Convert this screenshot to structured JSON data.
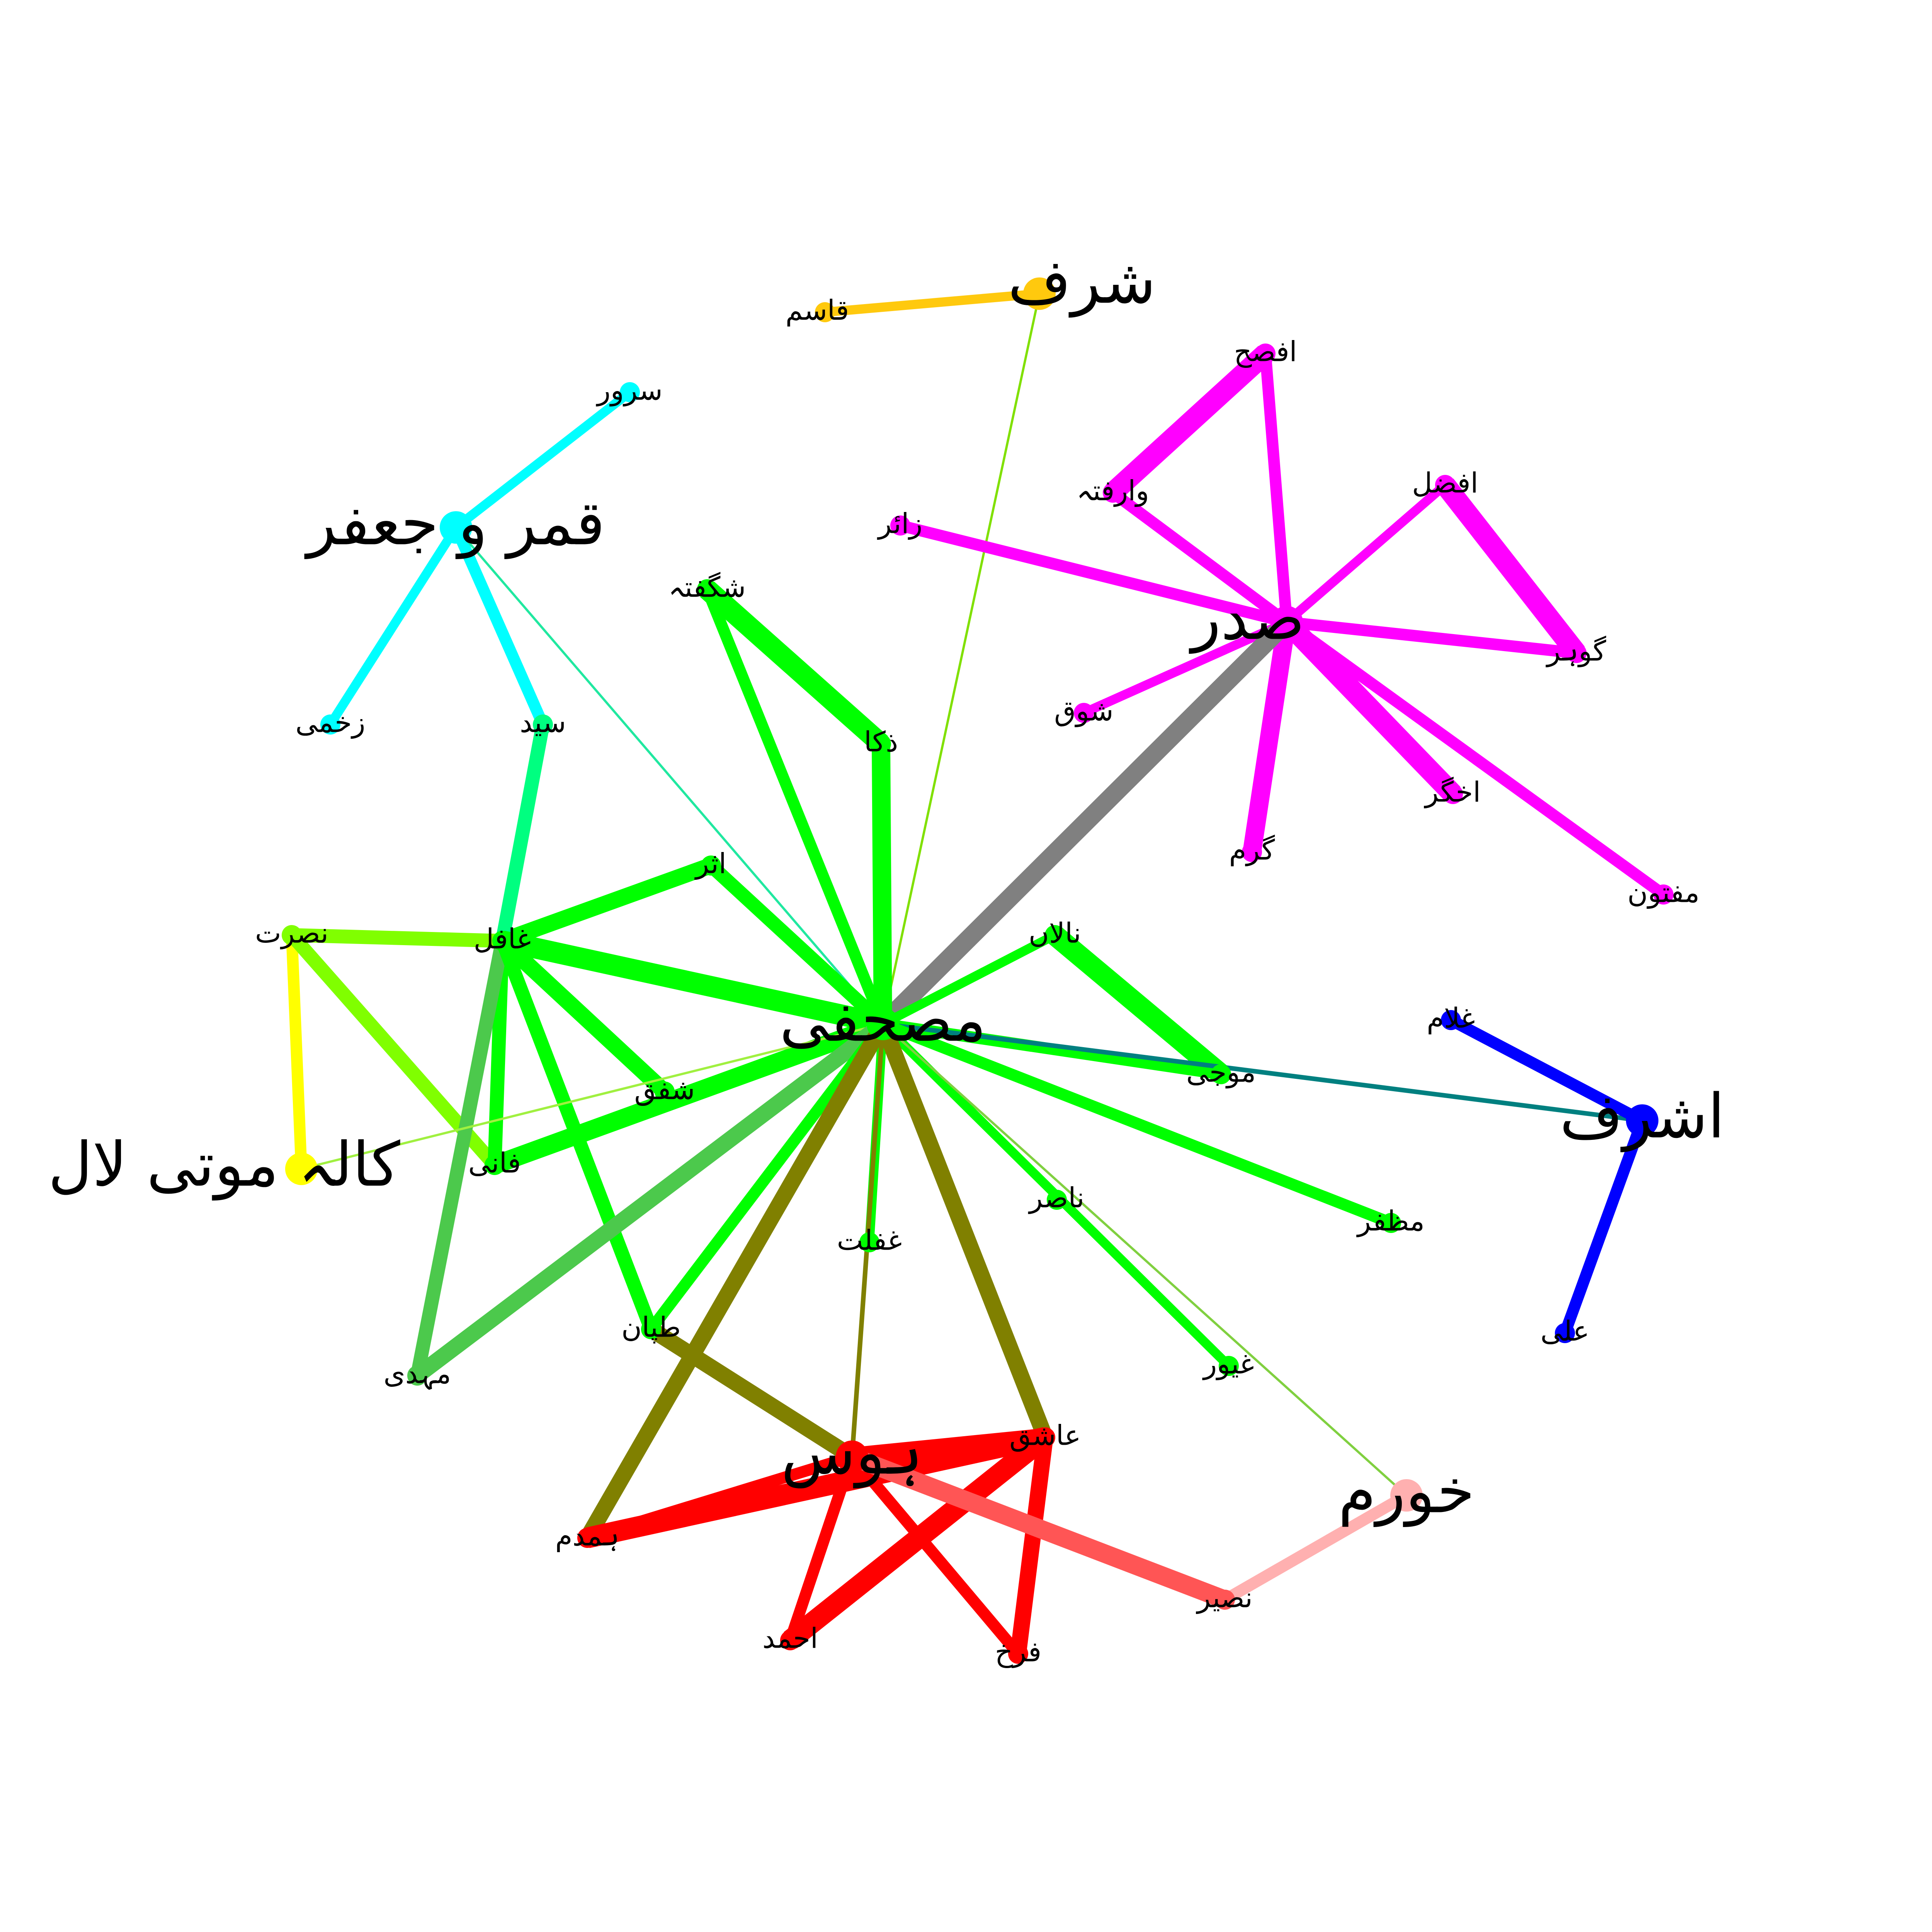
{
  "nodes": [
    {
      "id": "mushafi",
      "label": "مصحفی",
      "color": "#00ff00",
      "size": "large"
    },
    {
      "id": "sadr",
      "label": "صدر",
      "color": "#ff00ff",
      "size": "large"
    },
    {
      "id": "sharaf",
      "label": "شرف",
      "color": "#ffc90e",
      "size": "large"
    },
    {
      "id": "qasim",
      "label": "قاسم",
      "color": "#ffc90e",
      "size": "small"
    },
    {
      "id": "qamar",
      "label": "قمر و جعفر",
      "color": "#00ffff",
      "size": "large"
    },
    {
      "id": "suroor",
      "label": "سرور",
      "color": "#00ffff",
      "size": "small"
    },
    {
      "id": "zakhmi",
      "label": "زخمی",
      "color": "#00ffff",
      "size": "small"
    },
    {
      "id": "syed",
      "label": "سید",
      "color": "#00ff80",
      "size": "small"
    },
    {
      "id": "afsah",
      "label": "افصح",
      "color": "#ff00ff",
      "size": "small"
    },
    {
      "id": "warafta",
      "label": "وارفتہ",
      "color": "#ff00ff",
      "size": "small"
    },
    {
      "id": "zair",
      "label": "زائر",
      "color": "#ff00ff",
      "size": "small"
    },
    {
      "id": "afzal",
      "label": "افضل",
      "color": "#ff00ff",
      "size": "small"
    },
    {
      "id": "gohar",
      "label": "گوہر",
      "color": "#ff00ff",
      "size": "small"
    },
    {
      "id": "shauq",
      "label": "شوق",
      "color": "#ff00ff",
      "size": "small"
    },
    {
      "id": "akhgar",
      "label": "اخگر",
      "color": "#ff00ff",
      "size": "small"
    },
    {
      "id": "garm",
      "label": "گرم",
      "color": "#ff00ff",
      "size": "small"
    },
    {
      "id": "maftoon",
      "label": "مفتون",
      "color": "#ff00ff",
      "size": "small"
    },
    {
      "id": "shagufta",
      "label": "شگفتہ",
      "color": "#00ff00",
      "size": "small"
    },
    {
      "id": "zaka",
      "label": "ذکا",
      "color": "#00ff00",
      "size": "small"
    },
    {
      "id": "asar",
      "label": "اثر",
      "color": "#00ff00",
      "size": "small"
    },
    {
      "id": "nusrat",
      "label": "نصرت",
      "color": "#80ff00",
      "size": "small"
    },
    {
      "id": "ghafil",
      "label": "غافل",
      "color": "#00ff00",
      "size": "small"
    },
    {
      "id": "nalan",
      "label": "نالاں",
      "color": "#00ff00",
      "size": "small"
    },
    {
      "id": "shafaq",
      "label": "شفق",
      "color": "#00ff00",
      "size": "small"
    },
    {
      "id": "mauji",
      "label": "موجی",
      "color": "#00ff00",
      "size": "small"
    },
    {
      "id": "kalamoti",
      "label": "کالہ موتی لال",
      "color": "#ffff00",
      "size": "large"
    },
    {
      "id": "fani",
      "label": "فانی",
      "color": "#00ff00",
      "size": "small"
    },
    {
      "id": "ghulam",
      "label": "غلام",
      "color": "#0000ff",
      "size": "small"
    },
    {
      "id": "ashraf",
      "label": "اشرف",
      "color": "#0000ff",
      "size": "large"
    },
    {
      "id": "ali",
      "label": "علی",
      "color": "#0000ff",
      "size": "small"
    },
    {
      "id": "nasir",
      "label": "ناصر",
      "color": "#00ff00",
      "size": "small"
    },
    {
      "id": "ghaflat",
      "label": "غفلت",
      "color": "#00ff00",
      "size": "small"
    },
    {
      "id": "muzaffar",
      "label": "مظفر",
      "color": "#00ff00",
      "size": "small"
    },
    {
      "id": "tapan",
      "label": "طپان",
      "color": "#00ff00",
      "size": "small"
    },
    {
      "id": "mehdi",
      "label": "مہدی",
      "color": "#4cc94c",
      "size": "small"
    },
    {
      "id": "ghayyur",
      "label": "غیور",
      "color": "#00ff00",
      "size": "small"
    },
    {
      "id": "hawas",
      "label": "ہوس",
      "color": "#ff0000",
      "size": "large"
    },
    {
      "id": "ashiq",
      "label": "عاشق",
      "color": "#ff0000",
      "size": "small"
    },
    {
      "id": "khurram",
      "label": "خورم",
      "color": "#ffb0b0",
      "size": "large"
    },
    {
      "id": "hamdam",
      "label": "ہمدم",
      "color": "#ff0000",
      "size": "small"
    },
    {
      "id": "naseer",
      "label": "نصیر",
      "color": "#ff5555",
      "size": "small"
    },
    {
      "id": "ahmad",
      "label": "احمد",
      "color": "#ff0000",
      "size": "small"
    },
    {
      "id": "farrukh",
      "label": "فرخ",
      "color": "#ff0000",
      "size": "small"
    }
  ],
  "edges": [
    {
      "from": "sharaf",
      "to": "qasim",
      "color": "#ffc90e",
      "weight": 4
    },
    {
      "from": "sharaf",
      "to": "mushafi",
      "color": "#80e000",
      "weight": 1
    },
    {
      "from": "qamar",
      "to": "suroor",
      "color": "#00ffff",
      "weight": 4
    },
    {
      "from": "qamar",
      "to": "zakhmi",
      "color": "#00ffff",
      "weight": 4
    },
    {
      "from": "qamar",
      "to": "syed",
      "color": "#00ffff",
      "weight": 5
    },
    {
      "from": "qamar",
      "to": "mushafi",
      "color": "#20e8a0",
      "weight": 1
    },
    {
      "from": "afsah",
      "to": "warafta",
      "color": "#ff00ff",
      "weight": 9
    },
    {
      "from": "afsah",
      "to": "sadr",
      "color": "#ff00ff",
      "weight": 5
    },
    {
      "from": "warafta",
      "to": "sadr",
      "color": "#ff00ff",
      "weight": 5
    },
    {
      "from": "zair",
      "to": "sadr",
      "color": "#ff00ff",
      "weight": 5
    },
    {
      "from": "afzal",
      "to": "sadr",
      "color": "#ff00ff",
      "weight": 4
    },
    {
      "from": "afzal",
      "to": "gohar",
      "color": "#ff00ff",
      "weight": 9
    },
    {
      "from": "gohar",
      "to": "sadr",
      "color": "#ff00ff",
      "weight": 5
    },
    {
      "from": "shauq",
      "to": "sadr",
      "color": "#ff00ff",
      "weight": 4
    },
    {
      "from": "akhgar",
      "to": "sadr",
      "color": "#ff00ff",
      "weight": 9
    },
    {
      "from": "garm",
      "to": "sadr",
      "color": "#ff00ff",
      "weight": 8
    },
    {
      "from": "maftoon",
      "to": "sadr",
      "color": "#ff00ff",
      "weight": 5
    },
    {
      "from": "sadr",
      "to": "mushafi",
      "color": "#808080",
      "weight": 8
    },
    {
      "from": "shagufta",
      "to": "zaka",
      "color": "#00ff00",
      "weight": 9
    },
    {
      "from": "shagufta",
      "to": "mushafi",
      "color": "#00ff00",
      "weight": 5
    },
    {
      "from": "zaka",
      "to": "mushafi",
      "color": "#00ff00",
      "weight": 8
    },
    {
      "from": "asar",
      "to": "ghafil",
      "color": "#00ff00",
      "weight": 7
    },
    {
      "from": "asar",
      "to": "mushafi",
      "color": "#00ff00",
      "weight": 6
    },
    {
      "from": "syed",
      "to": "ghafil",
      "color": "#00ff80",
      "weight": 6
    },
    {
      "from": "nusrat",
      "to": "ghafil",
      "color": "#80ff00",
      "weight": 6
    },
    {
      "from": "nusrat",
      "to": "kalamoti",
      "color": "#ffff00",
      "weight": 5
    },
    {
      "from": "nusrat",
      "to": "fani",
      "color": "#80ff00",
      "weight": 6
    },
    {
      "from": "ghafil",
      "to": "mushafi",
      "color": "#00ff00",
      "weight": 9
    },
    {
      "from": "ghafil",
      "to": "shafaq",
      "color": "#00ff00",
      "weight": 7
    },
    {
      "from": "ghafil",
      "to": "fani",
      "color": "#00ff00",
      "weight": 6
    },
    {
      "from": "ghafil",
      "to": "mehdi",
      "color": "#4cc94c",
      "weight": 6
    },
    {
      "from": "ghafil",
      "to": "tapan",
      "color": "#00ff00",
      "weight": 6
    },
    {
      "from": "fani",
      "to": "mushafi",
      "color": "#00ff00",
      "weight": 8
    },
    {
      "from": "kalamoti",
      "to": "mushafi",
      "color": "#a0f040",
      "weight": 1
    },
    {
      "from": "mehdi",
      "to": "mushafi",
      "color": "#4cc94c",
      "weight": 7
    },
    {
      "from": "tapan",
      "to": "mushafi",
      "color": "#00ff00",
      "weight": 5
    },
    {
      "from": "nalan",
      "to": "mushafi",
      "color": "#00ff00",
      "weight": 4
    },
    {
      "from": "nalan",
      "to": "mauji",
      "color": "#00ff00",
      "weight": 9
    },
    {
      "from": "mauji",
      "to": "mushafi",
      "color": "#00ff00",
      "weight": 5
    },
    {
      "from": "ashraf",
      "to": "mushafi",
      "color": "#008080",
      "weight": 2
    },
    {
      "from": "ghulam",
      "to": "ashraf",
      "color": "#0000ff",
      "weight": 5
    },
    {
      "from": "ali",
      "to": "ashraf",
      "color": "#0000ff",
      "weight": 5
    },
    {
      "from": "muzaffar",
      "to": "mushafi",
      "color": "#00ff00",
      "weight": 5
    },
    {
      "from": "ghayyur",
      "to": "mushafi",
      "color": "#00ff00",
      "weight": 4
    },
    {
      "from": "ghaflat",
      "to": "mushafi",
      "color": "#00ff00",
      "weight": 4
    },
    {
      "from": "khurram",
      "to": "mushafi",
      "color": "#80d040",
      "weight": 1
    },
    {
      "from": "hamdam",
      "to": "mushafi",
      "color": "#808000",
      "weight": 7
    },
    {
      "from": "ashiq",
      "to": "mushafi",
      "color": "#808000",
      "weight": 7
    },
    {
      "from": "hawas",
      "to": "mushafi",
      "color": "#808000",
      "weight": 2
    },
    {
      "from": "tapan",
      "to": "hawas",
      "color": "#808000",
      "weight": 7
    },
    {
      "from": "hawas",
      "to": "ashiq",
      "color": "#ff0000",
      "weight": 8
    },
    {
      "from": "hawas",
      "to": "hamdam",
      "color": "#ff0000",
      "weight": 5
    },
    {
      "from": "hamdam",
      "to": "ashiq",
      "color": "#ff0000",
      "weight": 9
    },
    {
      "from": "hawas",
      "to": "ahmad",
      "color": "#ff0000",
      "weight": 5
    },
    {
      "from": "hawas",
      "to": "farrukh",
      "color": "#ff0000",
      "weight": 5
    },
    {
      "from": "ashiq",
      "to": "ahmad",
      "color": "#ff0000",
      "weight": 9
    },
    {
      "from": "ashiq",
      "to": "farrukh",
      "color": "#ff0000",
      "weight": 7
    },
    {
      "from": "hawas",
      "to": "naseer",
      "color": "#ff5555",
      "weight": 8
    },
    {
      "from": "naseer",
      "to": "khurram",
      "color": "#ffb0b0",
      "weight": 5
    }
  ]
}
